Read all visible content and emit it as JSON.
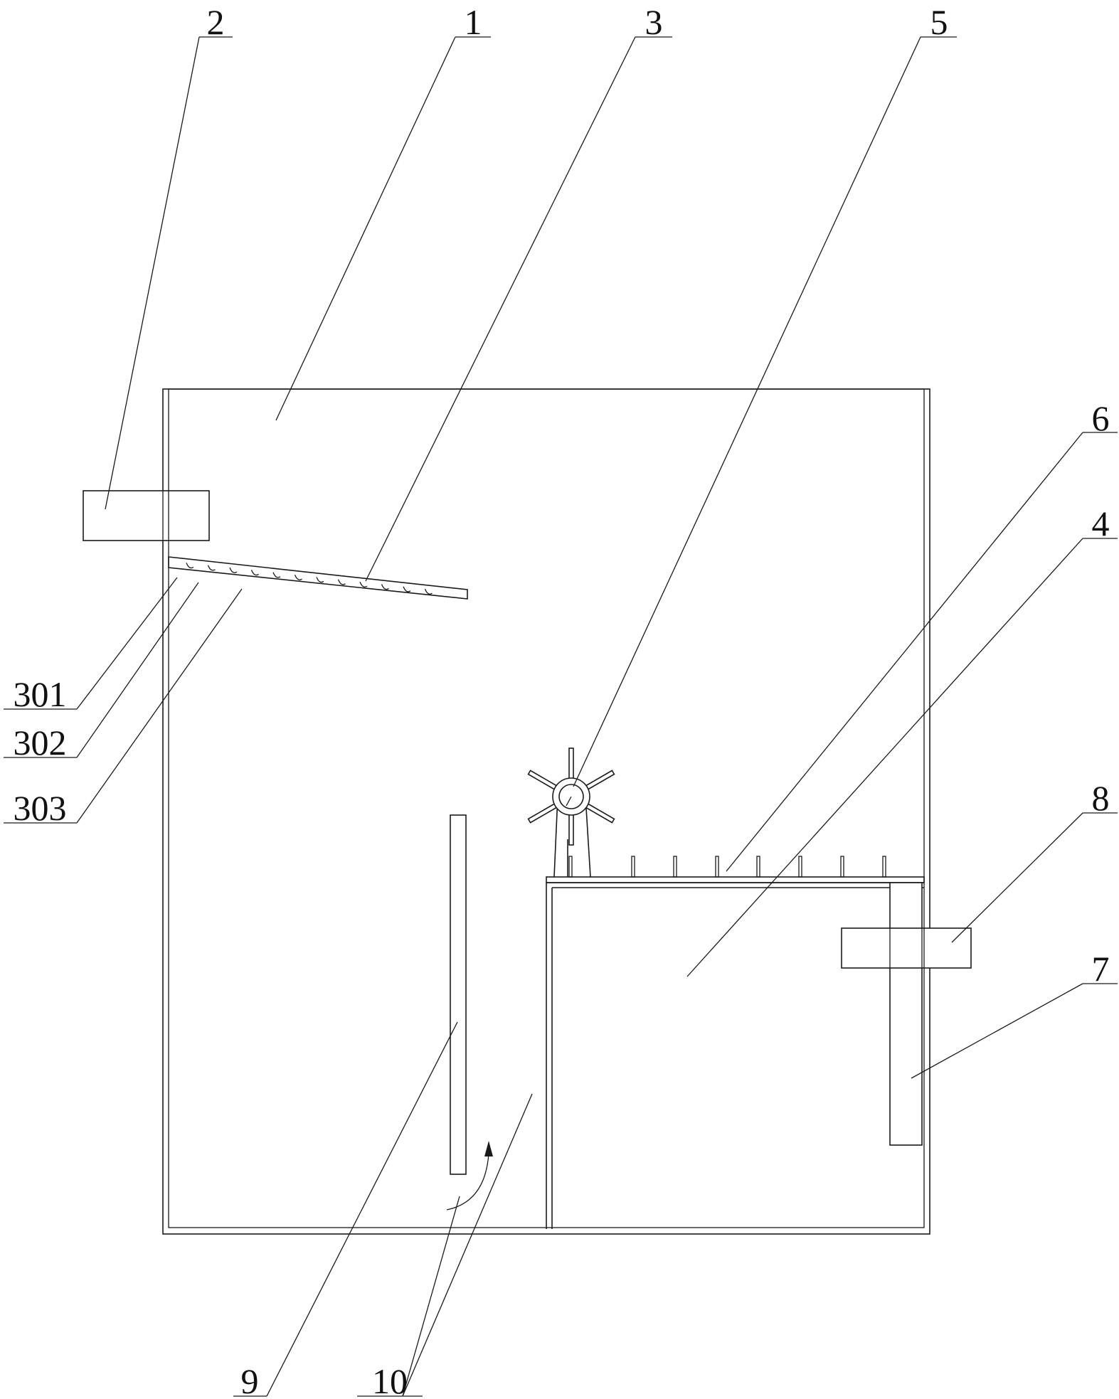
{
  "labels": {
    "l1": "1",
    "l2": "2",
    "l3": "3",
    "l4": "4",
    "l5": "5",
    "l6": "6",
    "l7": "7",
    "l8": "8",
    "l9": "9",
    "l10": "10",
    "l301": "301",
    "l302": "302",
    "l303": "303"
  }
}
